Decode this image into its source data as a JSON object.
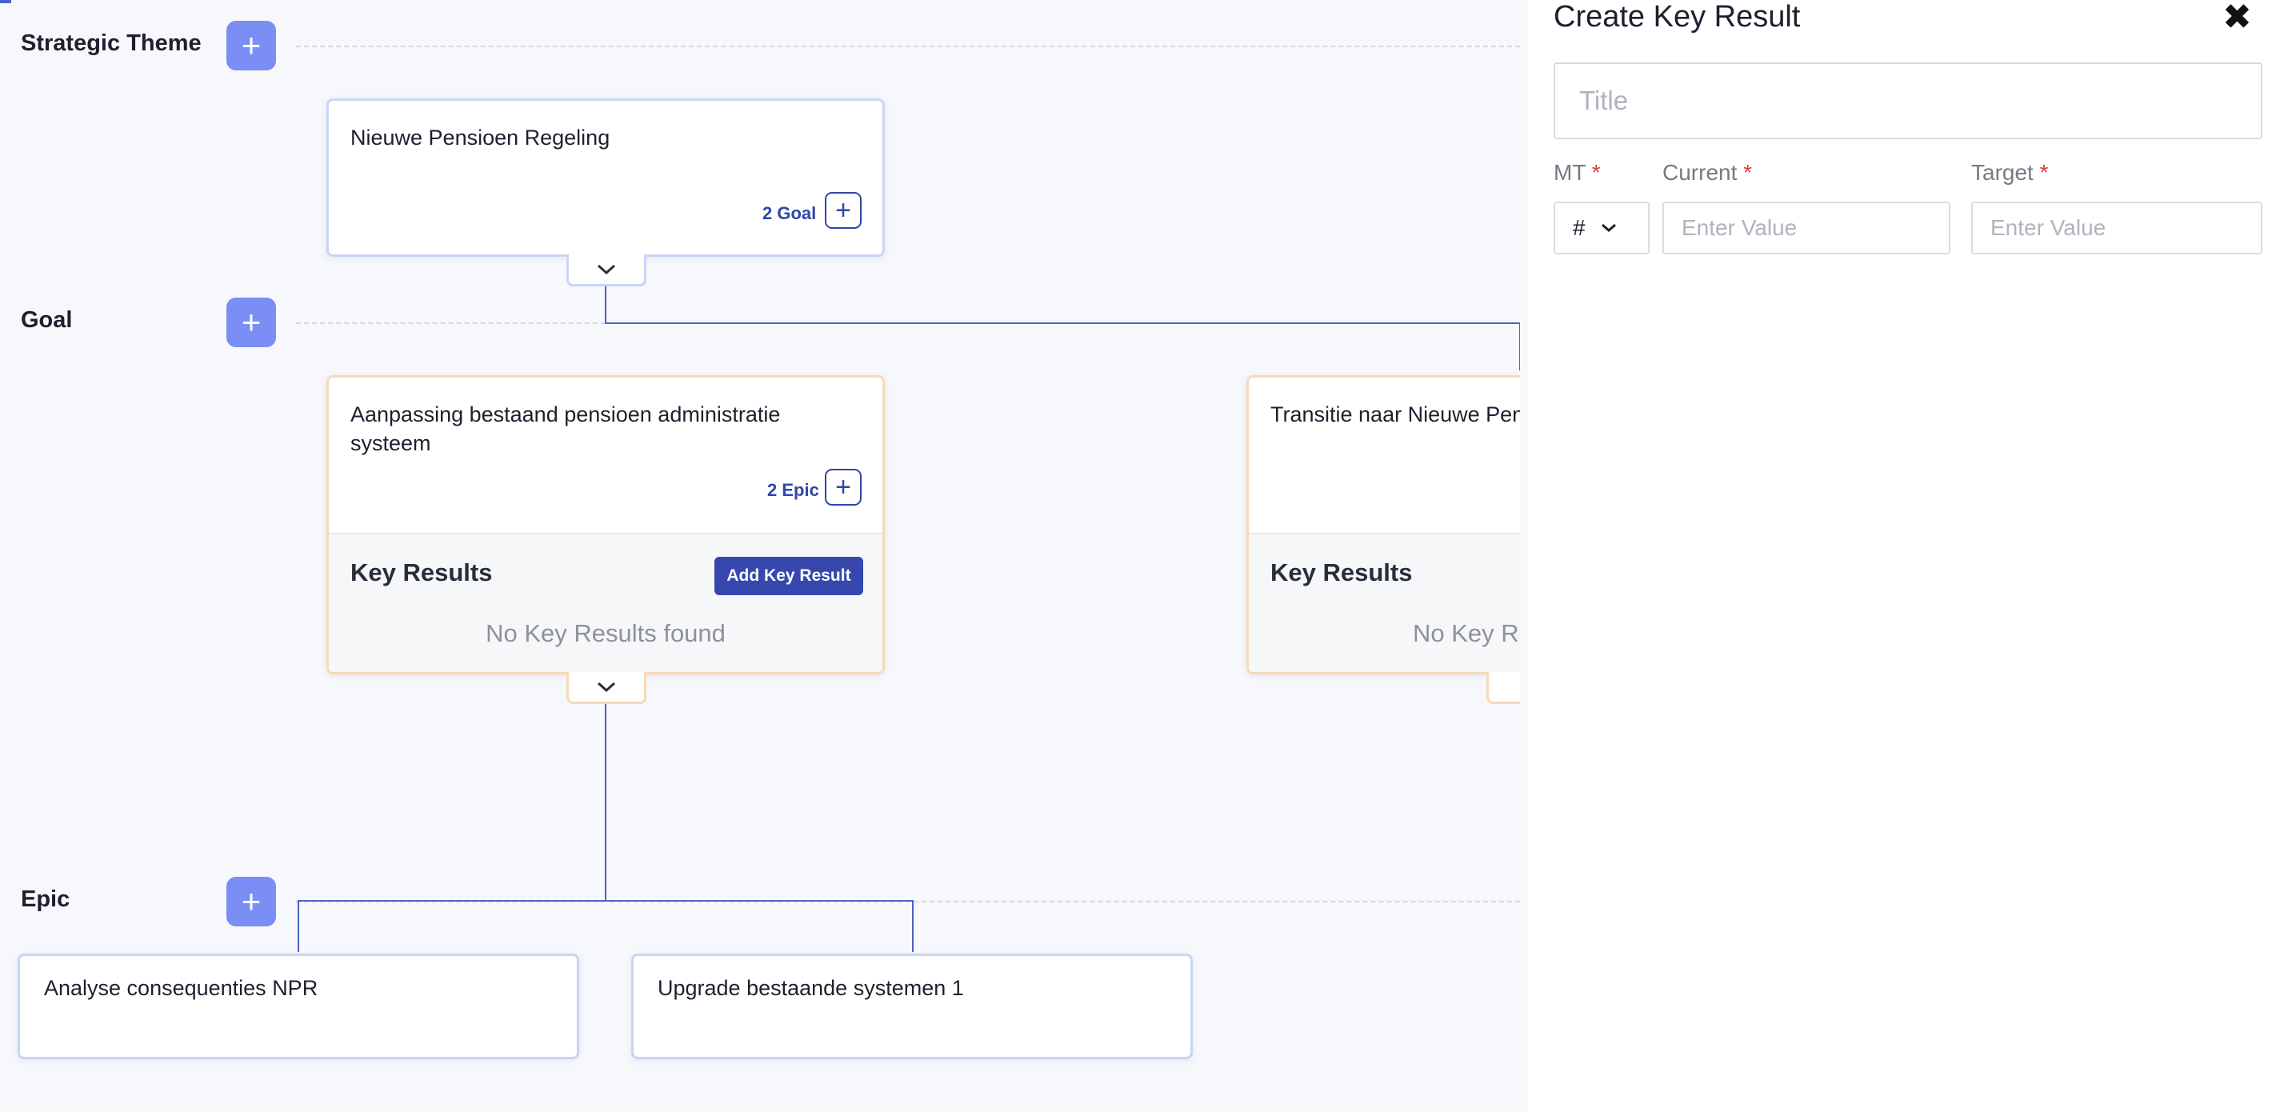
{
  "rows": {
    "strategic_theme": "Strategic Theme",
    "goal": "Goal",
    "epic": "Epic"
  },
  "theme_card": {
    "title": "Nieuwe Pensioen Regeling",
    "count": "2 Goal"
  },
  "goal_cards": [
    {
      "title": "Aanpassing bestaand pensioen administratie systeem",
      "count": "2 Epic",
      "kr_title": "Key Results",
      "kr_add": "Add Key Result",
      "kr_empty": "No Key Results found"
    },
    {
      "title": "Transitie naar Nieuwe Pens",
      "kr_title": "Key Results",
      "kr_empty": "No Key Res"
    }
  ],
  "epic_cards": [
    {
      "title": "Analyse consequenties NPR"
    },
    {
      "title": "Upgrade bestaande systemen 1"
    }
  ],
  "panel": {
    "title": "Create Key Result",
    "title_placeholder": "Title",
    "mt_label": "MT",
    "current_label": "Current",
    "target_label": "Target",
    "required_mark": "*",
    "mt_value": "#",
    "current_placeholder": "Enter Value",
    "target_placeholder": "Enter Value"
  },
  "icons": {
    "add": "plus-icon",
    "expand": "chevron-down-icon",
    "close": "close-icon"
  },
  "colors": {
    "accent": "#7b8ef5",
    "primary": "#3648ad",
    "connector": "#4a63c5",
    "goal_border": "#f6d9b8",
    "card_border": "#c9d4f5",
    "required": "#e53935"
  }
}
